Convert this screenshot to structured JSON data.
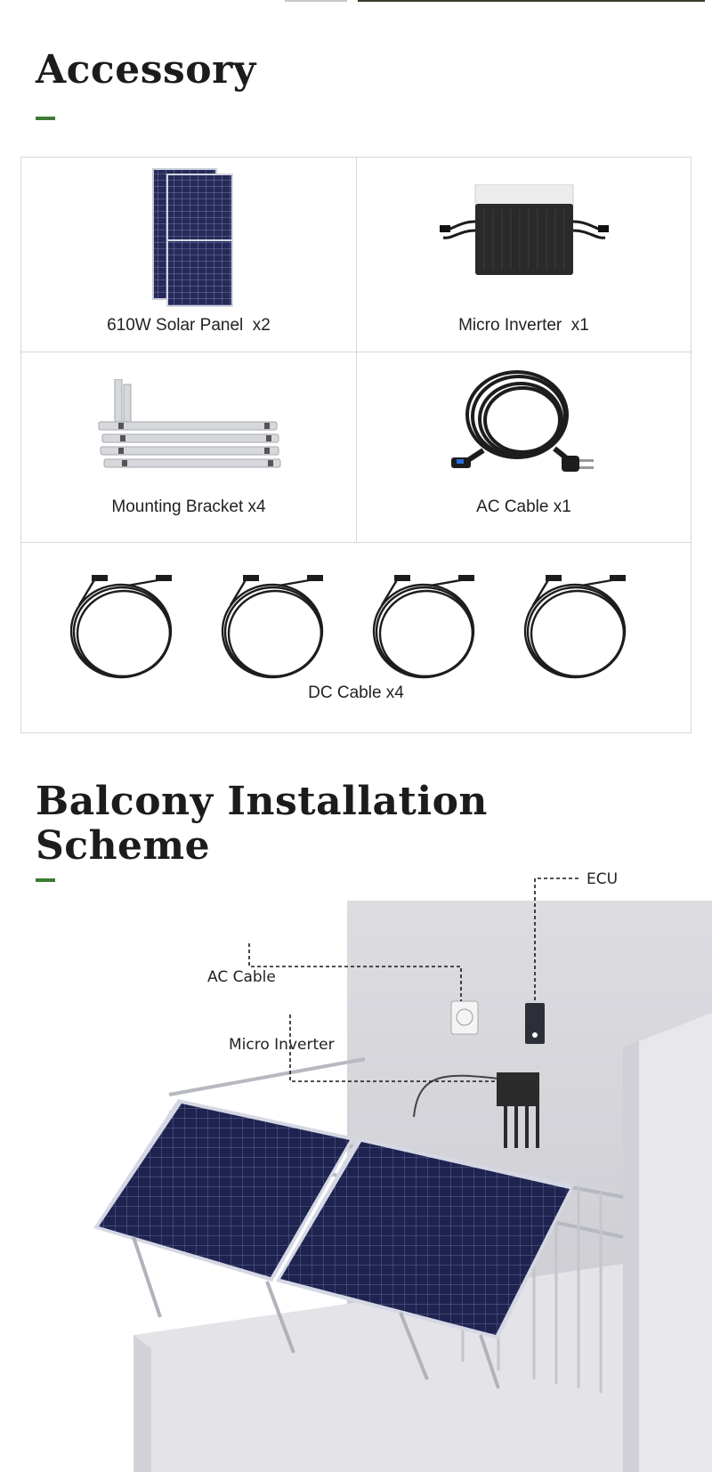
{
  "sections": {
    "accessory": {
      "title": "Accessory"
    },
    "installation": {
      "title": "Balcony Installation Scheme"
    }
  },
  "accessories": {
    "solar_panel": "610W Solar Panel  x2",
    "micro_inverter": "Micro Inverter  x1",
    "mounting_bracket": "Mounting Bracket x4",
    "ac_cable": "AC Cable x1",
    "dc_cable": "DC Cable x4"
  },
  "scheme_callouts": {
    "ecu": "ECU",
    "ac_cable": "AC Cable",
    "micro_inverter": "Micro Inverter"
  },
  "colors": {
    "accent": "#3d7a34",
    "panel_cell": "#1e2350",
    "wall": "#d4d4da",
    "border": "#d7d7d7"
  }
}
